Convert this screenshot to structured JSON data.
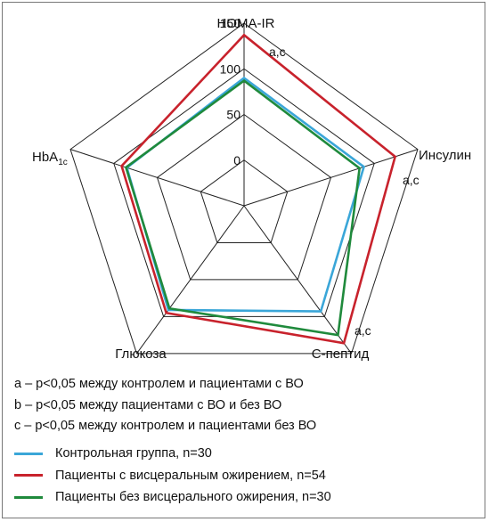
{
  "chart_data": {
    "type": "radar",
    "axes": [
      {
        "label": "HOMA-IR",
        "sub": "",
        "annotation": "а,с"
      },
      {
        "label": "Инсулин",
        "sub": "",
        "annotation": "а,с"
      },
      {
        "label": "С-пептид",
        "sub": "",
        "annotation": "а,с"
      },
      {
        "label": "Глюкоза",
        "sub": "",
        "annotation": ""
      },
      {
        "label": "HbA",
        "sub": "1c",
        "annotation": ""
      }
    ],
    "radial_ticks": [
      "0",
      "50",
      "100",
      "150"
    ],
    "rlim": [
      -50,
      150
    ],
    "series": [
      {
        "name": "Контрольная группа, n=30",
        "color": "#3aa6d8",
        "values": [
          90,
          88,
          93,
          91,
          85
        ]
      },
      {
        "name": "Пациенты с висцеральным ожирением, n=54",
        "color": "#c8222c",
        "values": [
          137,
          124,
          136,
          95,
          91
        ]
      },
      {
        "name": "Пациенты без висцерального ожирения, n=30",
        "color": "#1f8a3c",
        "values": [
          87,
          83,
          125,
          89,
          86
        ]
      }
    ]
  },
  "notes": [
    "a – p<0,05 между контролем и пациентами с ВО",
    "b – p<0,05 между пациентами с ВО и без ВО",
    "c – p<0,05 между контролем и пациентами без ВО"
  ]
}
